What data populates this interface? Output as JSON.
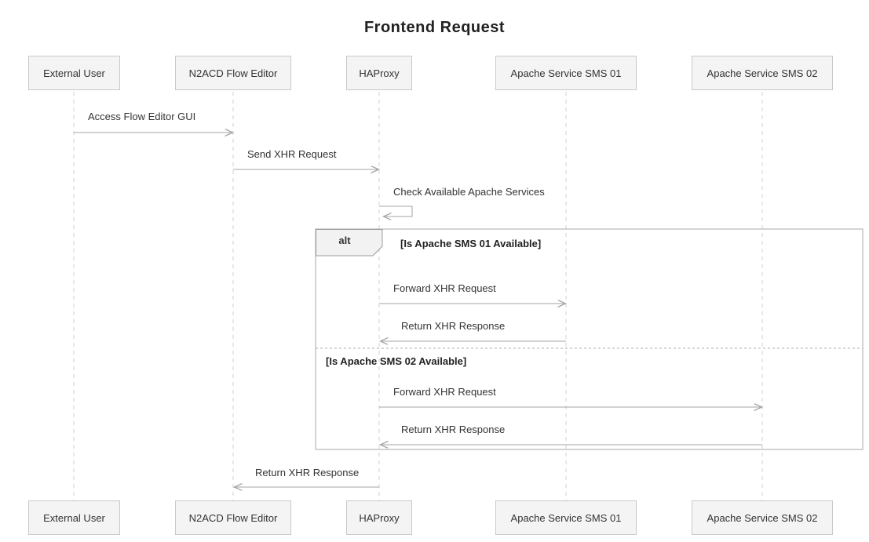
{
  "diagram": {
    "type": "uml-sequence-diagram",
    "title": "Frontend Request",
    "participants": [
      {
        "id": "external-user",
        "label": "External User"
      },
      {
        "id": "n2acd-flow-editor",
        "label": "N2ACD Flow Editor"
      },
      {
        "id": "haproxy",
        "label": "HAProxy"
      },
      {
        "id": "apache-sms-01",
        "label": "Apache Service SMS 01"
      },
      {
        "id": "apache-sms-02",
        "label": "Apache Service SMS 02"
      }
    ],
    "messages": [
      {
        "label": "Access Flow Editor GUI",
        "from": "External User",
        "to": "N2ACD Flow Editor"
      },
      {
        "label": "Send XHR Request",
        "from": "N2ACD Flow Editor",
        "to": "HAProxy"
      },
      {
        "label": "Check Available Apache Services",
        "from": "HAProxy",
        "to": "HAProxy",
        "self": true
      },
      {
        "label": "Forward XHR Request",
        "from": "HAProxy",
        "to": "Apache Service SMS 01"
      },
      {
        "label": "Return XHR Response",
        "from": "Apache Service SMS 01",
        "to": "HAProxy"
      },
      {
        "label": "Forward XHR Request",
        "from": "HAProxy",
        "to": "Apache Service SMS 02"
      },
      {
        "label": "Return XHR Response",
        "from": "Apache Service SMS 02",
        "to": "HAProxy"
      },
      {
        "label": "Return XHR Response",
        "from": "HAProxy",
        "to": "N2ACD Flow Editor"
      }
    ],
    "alt_frame": {
      "operator": "alt",
      "conditions": [
        "[Is Apache SMS 01 Available]",
        "[Is Apache SMS 02 Available]"
      ]
    },
    "colors": {
      "background": "#ffffff",
      "box_fill": "#f4f4f4",
      "box_border": "#c9c9c9",
      "arrow_line": "#a6a6a6",
      "lifeline": "#d2d2d2",
      "frame_border": "#b8b8b8",
      "text": "#333333",
      "title_text": "#222222"
    }
  }
}
